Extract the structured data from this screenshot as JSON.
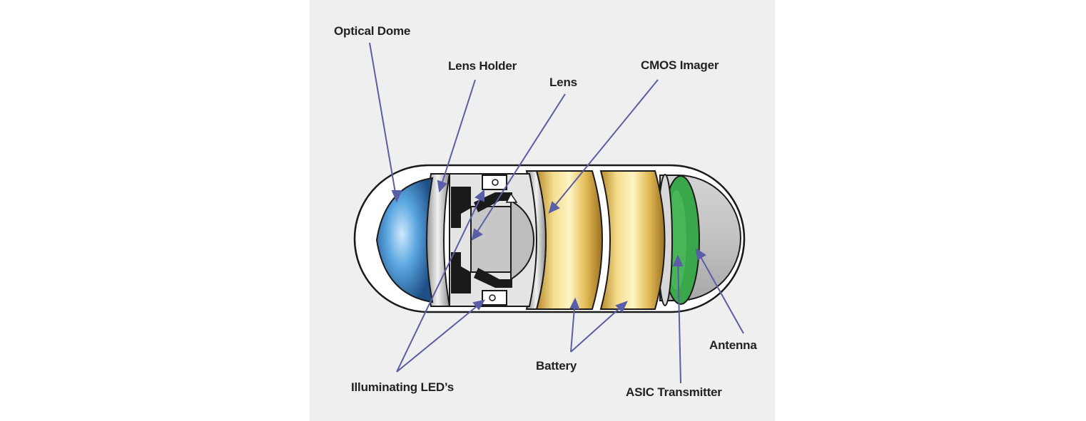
{
  "diagram": {
    "labels": {
      "optical_dome": "Optical Dome",
      "lens_holder": "Lens Holder",
      "lens": "Lens",
      "cmos_imager": "CMOS Imager",
      "illuminating_leds": "Illuminating LED’s",
      "battery": "Battery",
      "asic_transmitter": "ASIC Transmitter",
      "antenna": "Antenna"
    },
    "colors": {
      "panel_background": "#efefef",
      "leader_lines": "#5a5ea6",
      "dome": "#5aa6e0",
      "battery": "#d8b04a",
      "antenna": "#3aa84a",
      "capsule_outline": "#1a1a1a"
    }
  }
}
